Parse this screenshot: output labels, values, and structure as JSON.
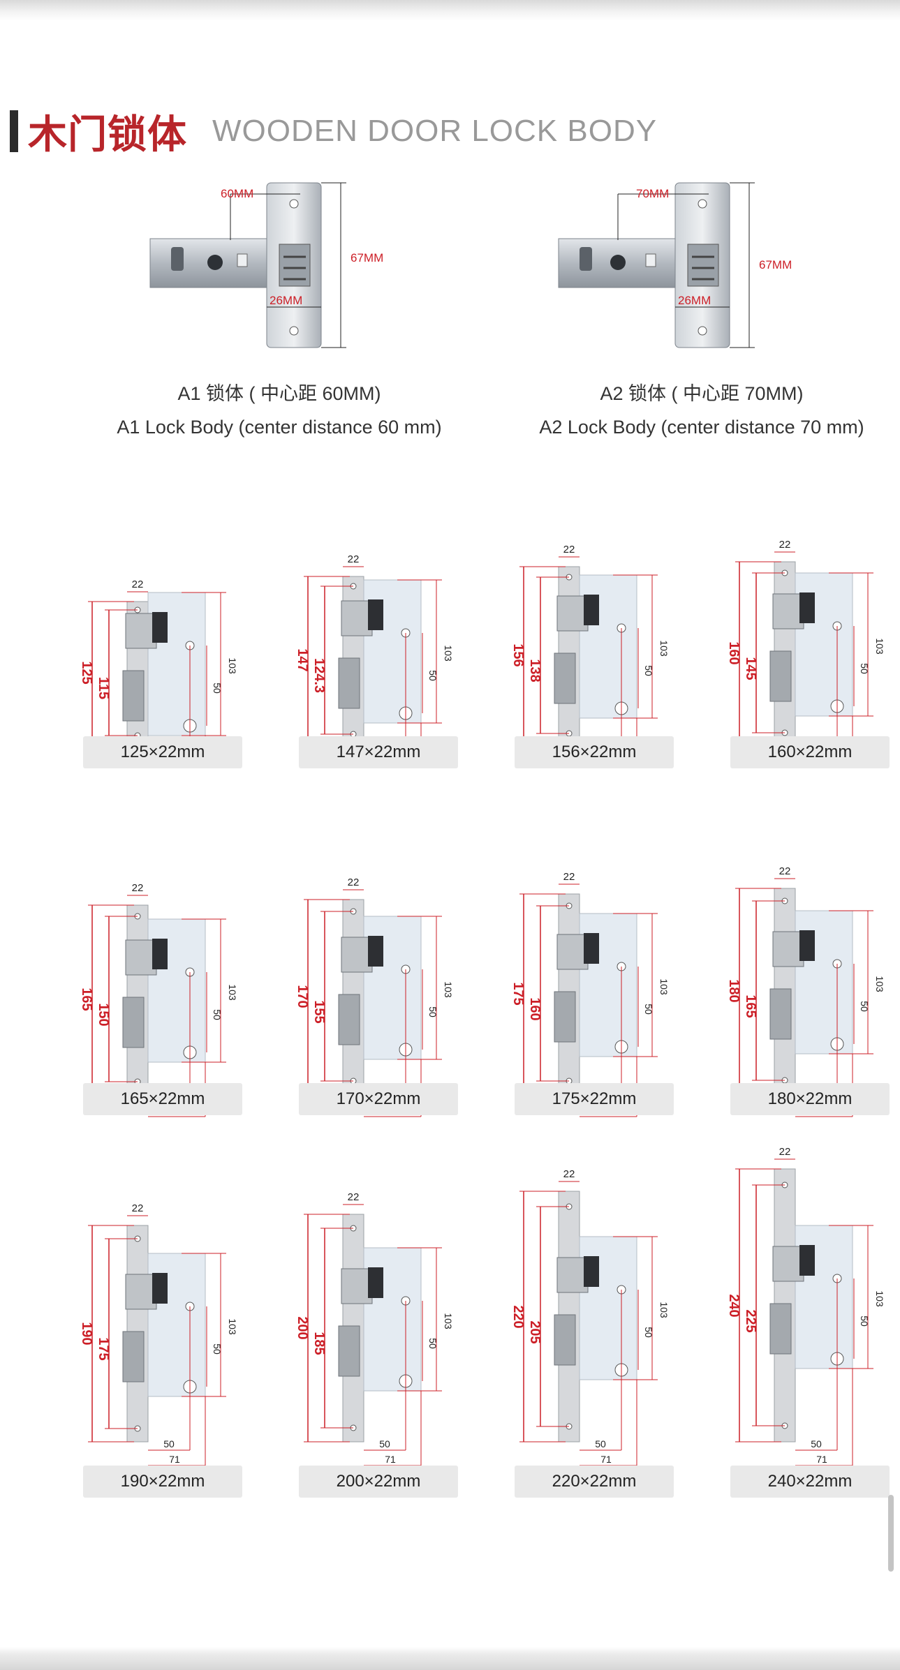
{
  "header": {
    "title_cn": "木门锁体",
    "title_en": "WOODEN DOOR LOCK BODY"
  },
  "featured": [
    {
      "dims": {
        "backset": "60MM",
        "height": "67MM",
        "width": "26MM"
      },
      "caption_cn": "A1 锁体 ( 中心距 60MM)",
      "caption_en": "A1 Lock Body (center distance 60 mm)"
    },
    {
      "dims": {
        "backset": "70MM",
        "height": "67MM",
        "width": "26MM"
      },
      "caption_cn": "A2 锁体 ( 中心距 70MM)",
      "caption_en": "A2 Lock Body (center distance 70 mm)"
    }
  ],
  "diagram_common": {
    "face_width": "22",
    "case_height": "103",
    "spindle_gap": "50",
    "backset_50": "50",
    "backset_71": "71"
  },
  "lock_bodies": [
    {
      "length": "125",
      "hole_pitch": "115",
      "label": "125×22mm"
    },
    {
      "length": "147",
      "hole_pitch": "124.3",
      "label": "147×22mm"
    },
    {
      "length": "156",
      "hole_pitch": "138",
      "label": "156×22mm"
    },
    {
      "length": "160",
      "hole_pitch": "145",
      "label": "160×22mm"
    },
    {
      "length": "165",
      "hole_pitch": "150",
      "label": "165×22mm"
    },
    {
      "length": "170",
      "hole_pitch": "155",
      "label": "170×22mm"
    },
    {
      "length": "175",
      "hole_pitch": "160",
      "label": "175×22mm"
    },
    {
      "length": "180",
      "hole_pitch": "165",
      "label": "180×22mm"
    },
    {
      "length": "190",
      "hole_pitch": "175",
      "label": "190×22mm"
    },
    {
      "length": "200",
      "hole_pitch": "185",
      "label": "200×22mm"
    },
    {
      "length": "220",
      "hole_pitch": "205",
      "label": "220×22mm"
    },
    {
      "length": "240",
      "hole_pitch": "225",
      "label": "240×22mm"
    }
  ],
  "colors": {
    "accent_red": "#cc1f27",
    "title_red": "#b8252a",
    "pill_bg": "#e9e9e9"
  }
}
